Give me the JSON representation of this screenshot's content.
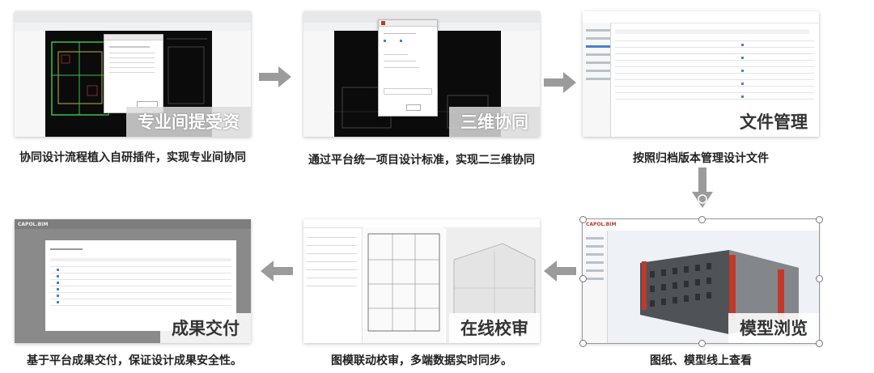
{
  "panels": {
    "p1": {
      "tag": "专业间提受资",
      "caption": "协同设计流程植入自研插件，实现专业间协同"
    },
    "p2": {
      "tag": "三维协同",
      "caption": "通过平台统一项目设计标准，实现二三维协同"
    },
    "p3": {
      "tag": "文件管理",
      "caption": "按照归档版本管理设计文件"
    },
    "p4": {
      "tag": "模型浏览",
      "caption": "图纸、模型线上查看",
      "logo": "CAPOL.BIM"
    },
    "p5": {
      "tag": "在线校审",
      "caption": "图模联动校审，多端数据实时同步。"
    },
    "p6": {
      "tag": "成果交付",
      "caption": "基于平台成果交付，保证设计成果安全性。",
      "logo": "CAPOL.BIM"
    }
  },
  "colors": {
    "arrow": "#9b9b9b",
    "accent_red": "#c0392b",
    "link_blue": "#4a7fd0"
  },
  "icons": {
    "flow_arrow": "arrow-icon",
    "refresh": "refresh-icon"
  }
}
